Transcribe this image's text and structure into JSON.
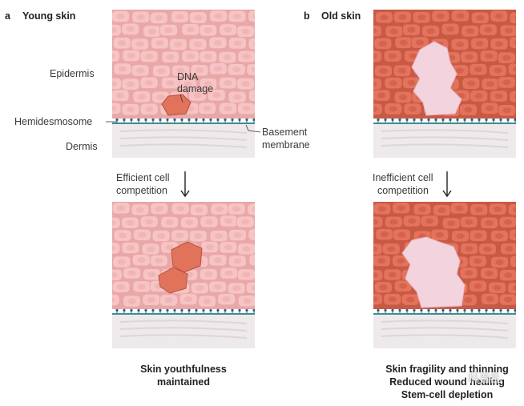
{
  "panel_a": {
    "letter": "a",
    "title": "Young skin",
    "labels": {
      "epidermis": "Epidermis",
      "dna_damage_line1": "DNA",
      "dna_damage_line2": "damage",
      "hemidesmosome": "Hemidesmosome",
      "basement_line1": "Basement",
      "basement_line2": "membrane",
      "dermis": "Dermis"
    },
    "transition_line1": "Efficient cell",
    "transition_line2": "competition",
    "outcome_line1": "Skin youthfulness",
    "outcome_line2": "maintained"
  },
  "panel_b": {
    "letter": "b",
    "title": "Old skin",
    "transition_line1": "Inefficient cell",
    "transition_line2": "competition",
    "outcome_line1": "Skin fragility and thinning",
    "outcome_line2": "Reduced wound healing",
    "outcome_line3": "Stem-cell depletion"
  },
  "watermark": "科普乱",
  "colors": {
    "young_cell": "#f6c4c4",
    "young_cell_edge": "#e9a7a8",
    "damaged_cell": "#e2735b",
    "old_cell": "#e3735c",
    "old_cell_edge": "#c85a44",
    "gap_cell": "#f3d3dd",
    "dermis": "#eeeaec",
    "membrane": "#3c8f8a",
    "hemidesmosome": "#2f5d8a"
  }
}
